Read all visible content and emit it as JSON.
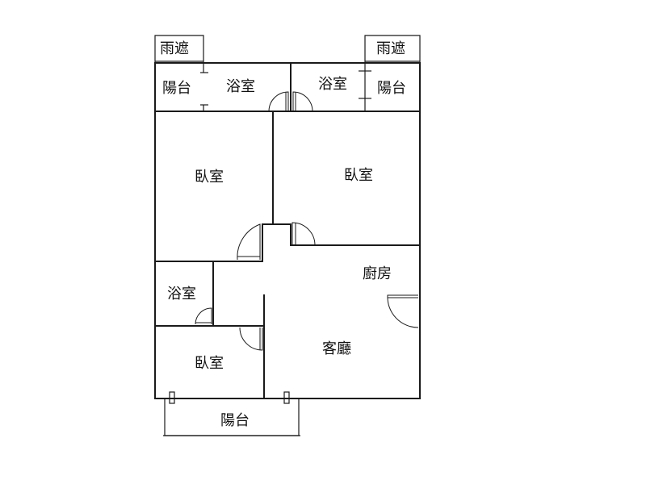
{
  "rooms": {
    "rain_cover_left": "雨遮",
    "rain_cover_right": "雨遮",
    "balcony_top_left": "陽台",
    "balcony_top_right": "陽台",
    "bath_top_left": "浴室",
    "bath_top_right": "浴室",
    "bedroom_left": "臥室",
    "bedroom_right": "臥室",
    "bath_middle": "浴室",
    "bedroom_bottom": "臥室",
    "kitchen": "廚房",
    "living_room": "客廳",
    "balcony_bottom": "陽台"
  },
  "colors": {
    "wall": "#1a1a1a",
    "background": "#ffffff"
  }
}
